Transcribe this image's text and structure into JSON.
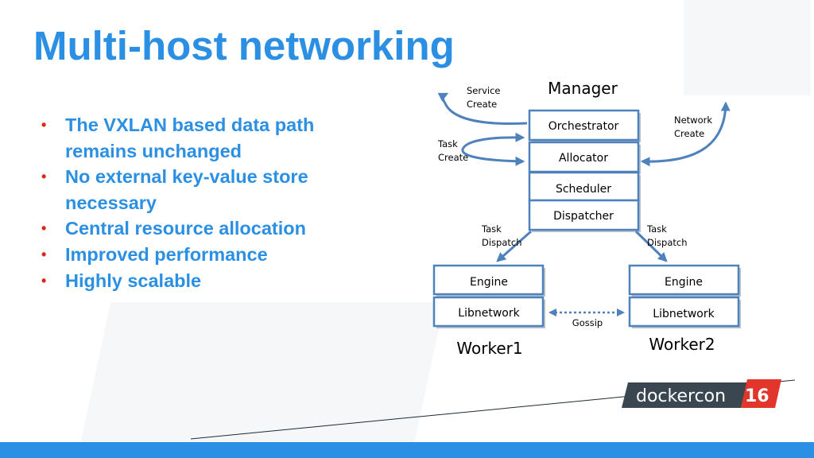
{
  "title": "Multi-host networking",
  "bullets": [
    "The VXLAN based data path remains unchanged",
    "No external key-value store necessary",
    "Central resource allocation",
    "Improved performance",
    "Highly scalable"
  ],
  "diagram": {
    "manager_label": "Manager",
    "manager_components": [
      "Orchestrator",
      "Allocator",
      "Scheduler",
      "Dispatcher"
    ],
    "service_create": [
      "Service",
      "Create"
    ],
    "task_create": [
      "Task",
      "Create"
    ],
    "network_create": [
      "Network",
      "Create"
    ],
    "task_dispatch_left": [
      "Task",
      "Dispatch"
    ],
    "task_dispatch_right": [
      "Task",
      "Dispatch"
    ],
    "worker1": {
      "label": "Worker1",
      "engine": "Engine",
      "libnetwork": "Libnetwork"
    },
    "worker2": {
      "label": "Worker2",
      "engine": "Engine",
      "libnetwork": "Libnetwork"
    },
    "gossip": "Gossip"
  },
  "logo": {
    "text": "dockercon",
    "number": "16"
  },
  "colors": {
    "title": "#2b8fe3",
    "bullet_dot": "#e0261b",
    "box_border": "#4f81bd",
    "logo_dark": "#3a4750",
    "logo_red": "#e2352b"
  }
}
